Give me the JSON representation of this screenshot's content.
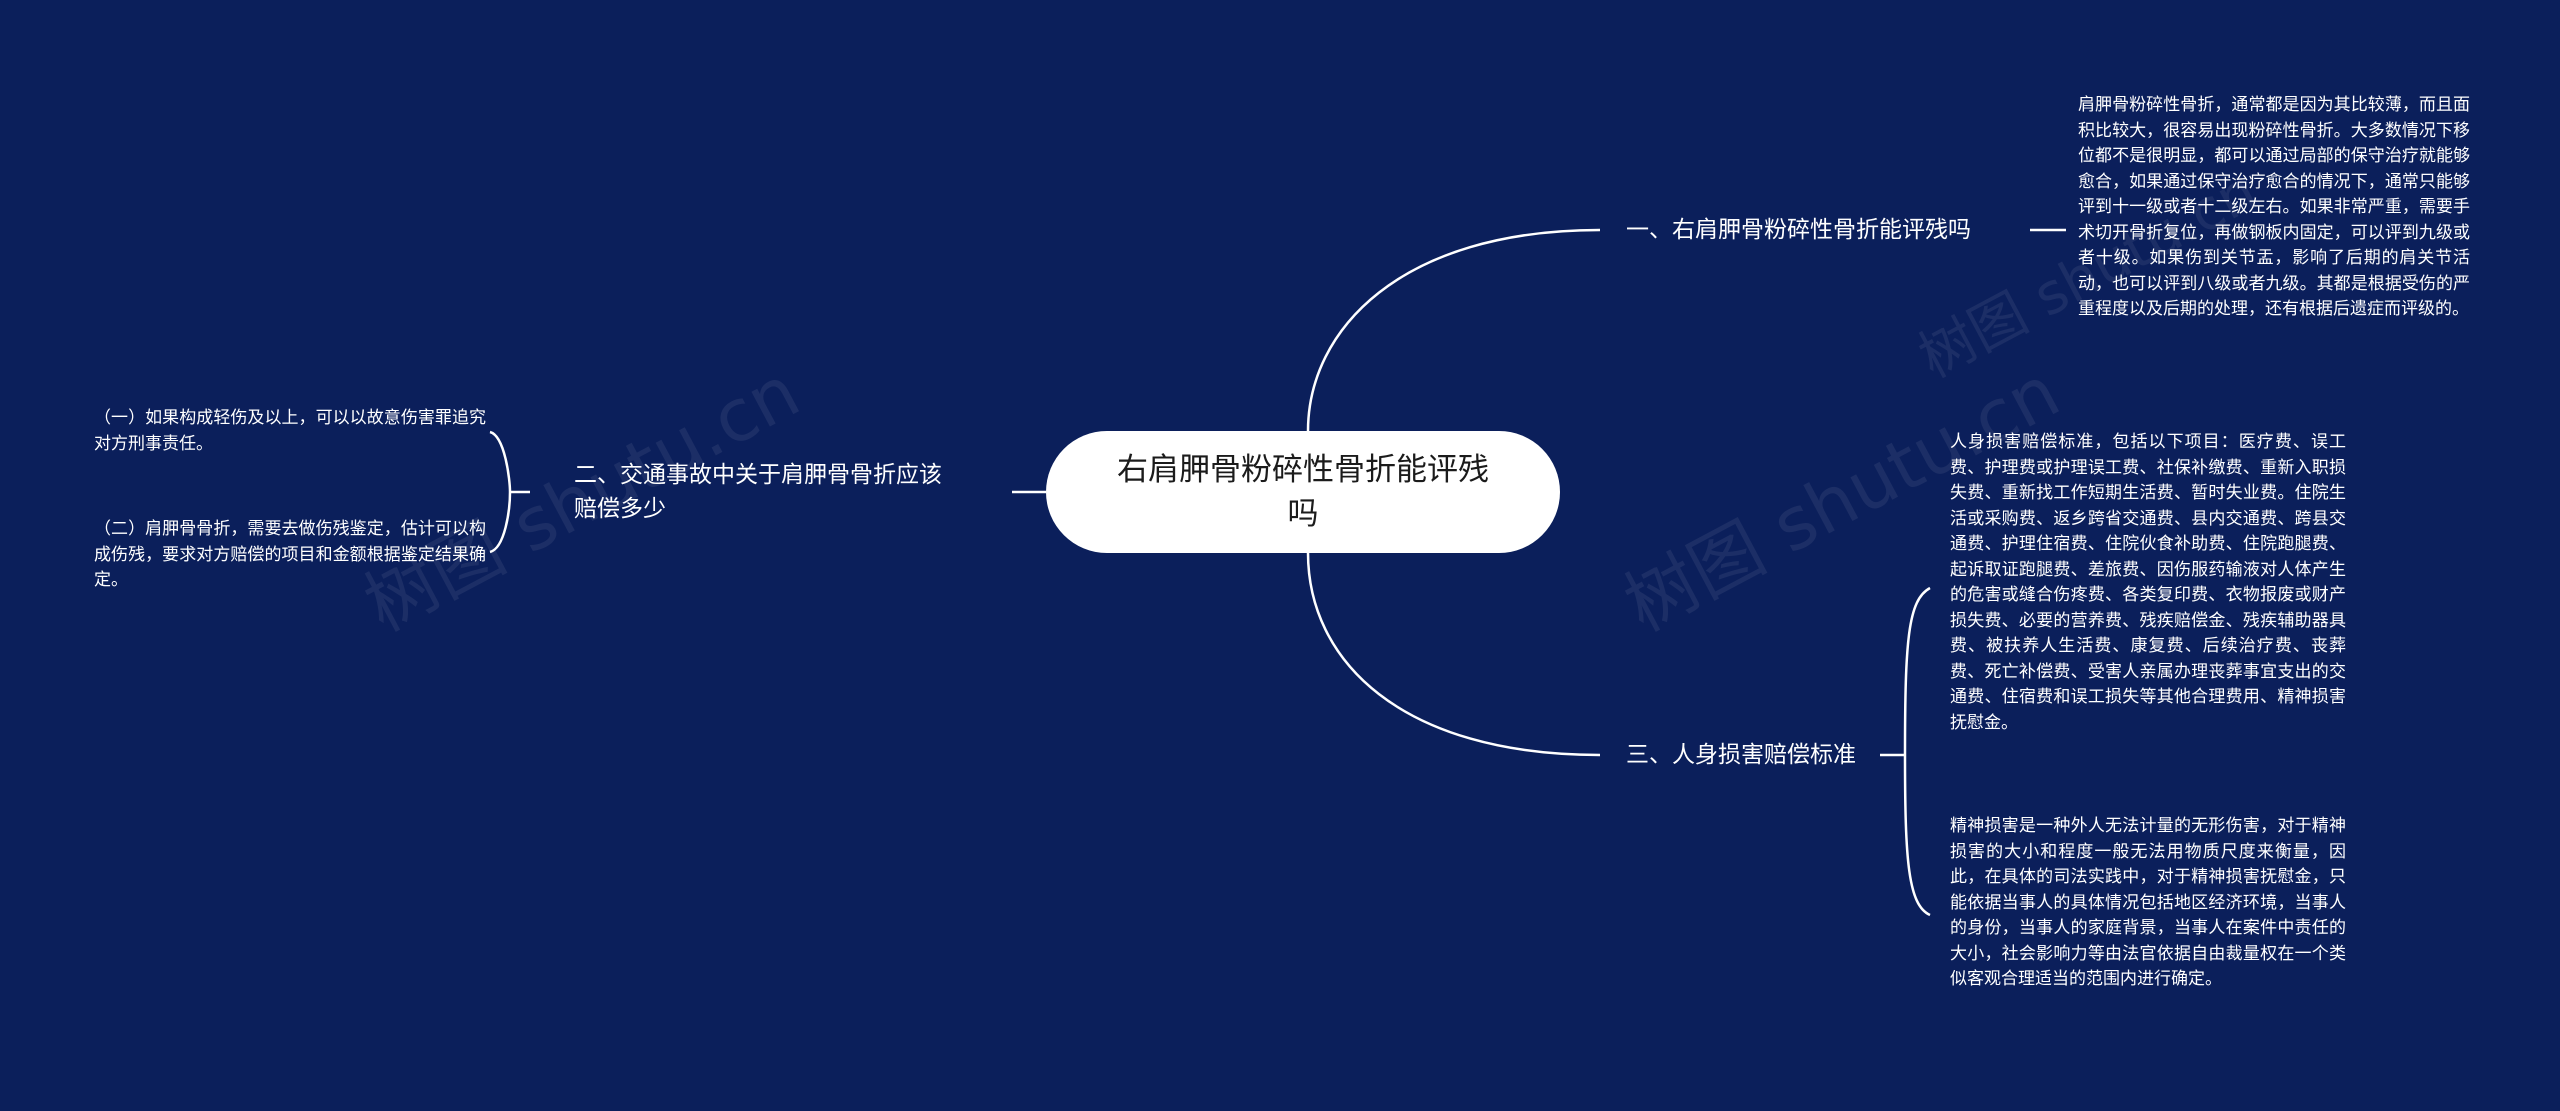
{
  "root": {
    "label": "右肩胛骨粉碎性骨折能评残吗"
  },
  "branches": [
    {
      "id": "b1",
      "label": "一、右肩胛骨粉碎性骨折能评残吗",
      "leaves": [
        "肩胛骨粉碎性骨折，通常都是因为其比较薄，而且面积比较大，很容易出现粉碎性骨折。大多数情况下移位都不是很明显，都可以通过局部的保守治疗就能够愈合，如果通过保守治疗愈合的情况下，通常只能够评到十一级或者十二级左右。如果非常严重，需要手术切开骨折复位，再做钢板内固定，可以评到九级或者十级。如果伤到关节盂，影响了后期的肩关节活动，也可以评到八级或者九级。其都是根据受伤的严重程度以及后期的处理，还有根据后遗症而评级的。"
      ]
    },
    {
      "id": "b2",
      "label": "二、交通事故中关于肩胛骨骨折应该赔偿多少",
      "leaves": [
        "（一）如果构成轻伤及以上，可以以故意伤害罪追究对方刑事责任。",
        "（二）肩胛骨骨折，需要去做伤残鉴定，估计可以构成伤残，要求对方赔偿的项目和金额根据鉴定结果确定。"
      ]
    },
    {
      "id": "b3",
      "label": "三、人身损害赔偿标准",
      "leaves": [
        "人身损害赔偿标准，包括以下项目：医疗费、误工费、护理费或护理误工费、社保补缴费、重新入职损失费、重新找工作短期生活费、暂时失业费。住院生活或采购费、返乡跨省交通费、县内交通费、跨县交通费、护理住宿费、住院伙食补助费、住院跑腿费、起诉取证跑腿费、差旅费、因伤服药输液对人体产生的危害或缝合伤疼费、各类复印费、衣物报废或财产损失费、必要的营养费、残疾赔偿金、残疾辅助器具费、被扶养人生活费、康复费、后续治疗费、丧葬费、死亡补偿费、受害人亲属办理丧葬事宜支出的交通费、住宿费和误工损失等其他合理费用、精神损害抚慰金。",
        "精神损害是一种外人无法计量的无形伤害，对于精神损害的大小和程度一般无法用物质尺度来衡量，因此，在具体的司法实践中，对于精神损害抚慰金，只能依据当事人的具体情况包括地区经济环境，当事人的身份，当事人的家庭背景，当事人在案件中责任的大小，社会影响力等由法官依据自由裁量权在一个类似客观合理适当的范围内进行确定。"
      ]
    }
  ],
  "watermark": {
    "text": "树图 shutu.cn"
  },
  "colors": {
    "background": "#0b1f5b",
    "line": "#ffffff",
    "root_fill": "#ffffff",
    "root_text": "#1b1b1b"
  }
}
